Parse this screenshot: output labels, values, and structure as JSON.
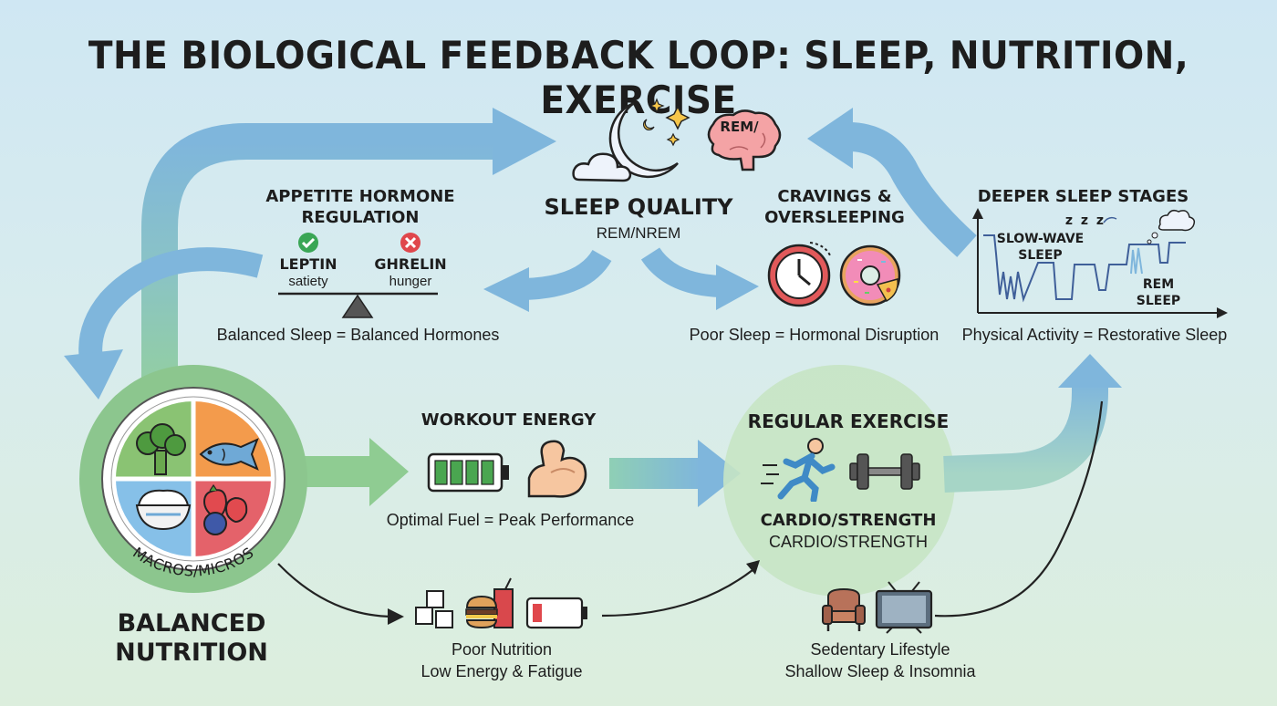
{
  "title": "THE BIOLOGICAL FEEDBACK LOOP: SLEEP, NUTRITION, EXERCISE",
  "sleep": {
    "heading": "SLEEP QUALITY",
    "sub": "REM/NREM",
    "brain_tag": "REM/"
  },
  "appetite": {
    "heading_line1": "APPETITE HORMONE",
    "heading_line2": "REGULATION",
    "leptin": "LEPTIN",
    "leptin_sub": "satiety",
    "ghrelin": "GHRELIN",
    "ghrelin_sub": "hunger",
    "caption": "Balanced Sleep = Balanced Hormones"
  },
  "cravings": {
    "heading_line1": "CRAVINGS &",
    "heading_line2": "OVERSLEEPING",
    "caption": "Poor Sleep = Hormonal Disruption"
  },
  "deeper": {
    "heading": "DEEPER SLEEP STAGES",
    "slow_wave_line1": "SLOW-WAVE",
    "slow_wave_line2": "SLEEP",
    "rem_line1": "REM",
    "rem_line2": "SLEEP",
    "zzz": "z z z",
    "caption": "Physical Activity = Restorative Sleep"
  },
  "nutrition": {
    "ring_label": "MACROS/MICROS",
    "heading_line1": "BALANCED",
    "heading_line2": "NUTRITION"
  },
  "workout": {
    "heading": "WORKOUT ENERGY",
    "caption": "Optimal Fuel = Peak Performance"
  },
  "exercise": {
    "heading": "REGULAR EXERCISE",
    "sub_bold": "CARDIO/STRENGTH",
    "sub": "CARDIO/STRENGTH"
  },
  "poor_nutrition": {
    "line1": "Poor Nutrition",
    "line2": "Low Energy & Fatigue"
  },
  "sedentary": {
    "line1": "Sedentary Lifestyle",
    "line2": "Shallow Sleep & Insomnia"
  },
  "colors": {
    "blue_arrow": "#7fb6dc",
    "green_arrow": "#8fcc92",
    "green_ring": "#8cc68e",
    "red_x": "#e0474c",
    "check_green": "#3aa655"
  }
}
